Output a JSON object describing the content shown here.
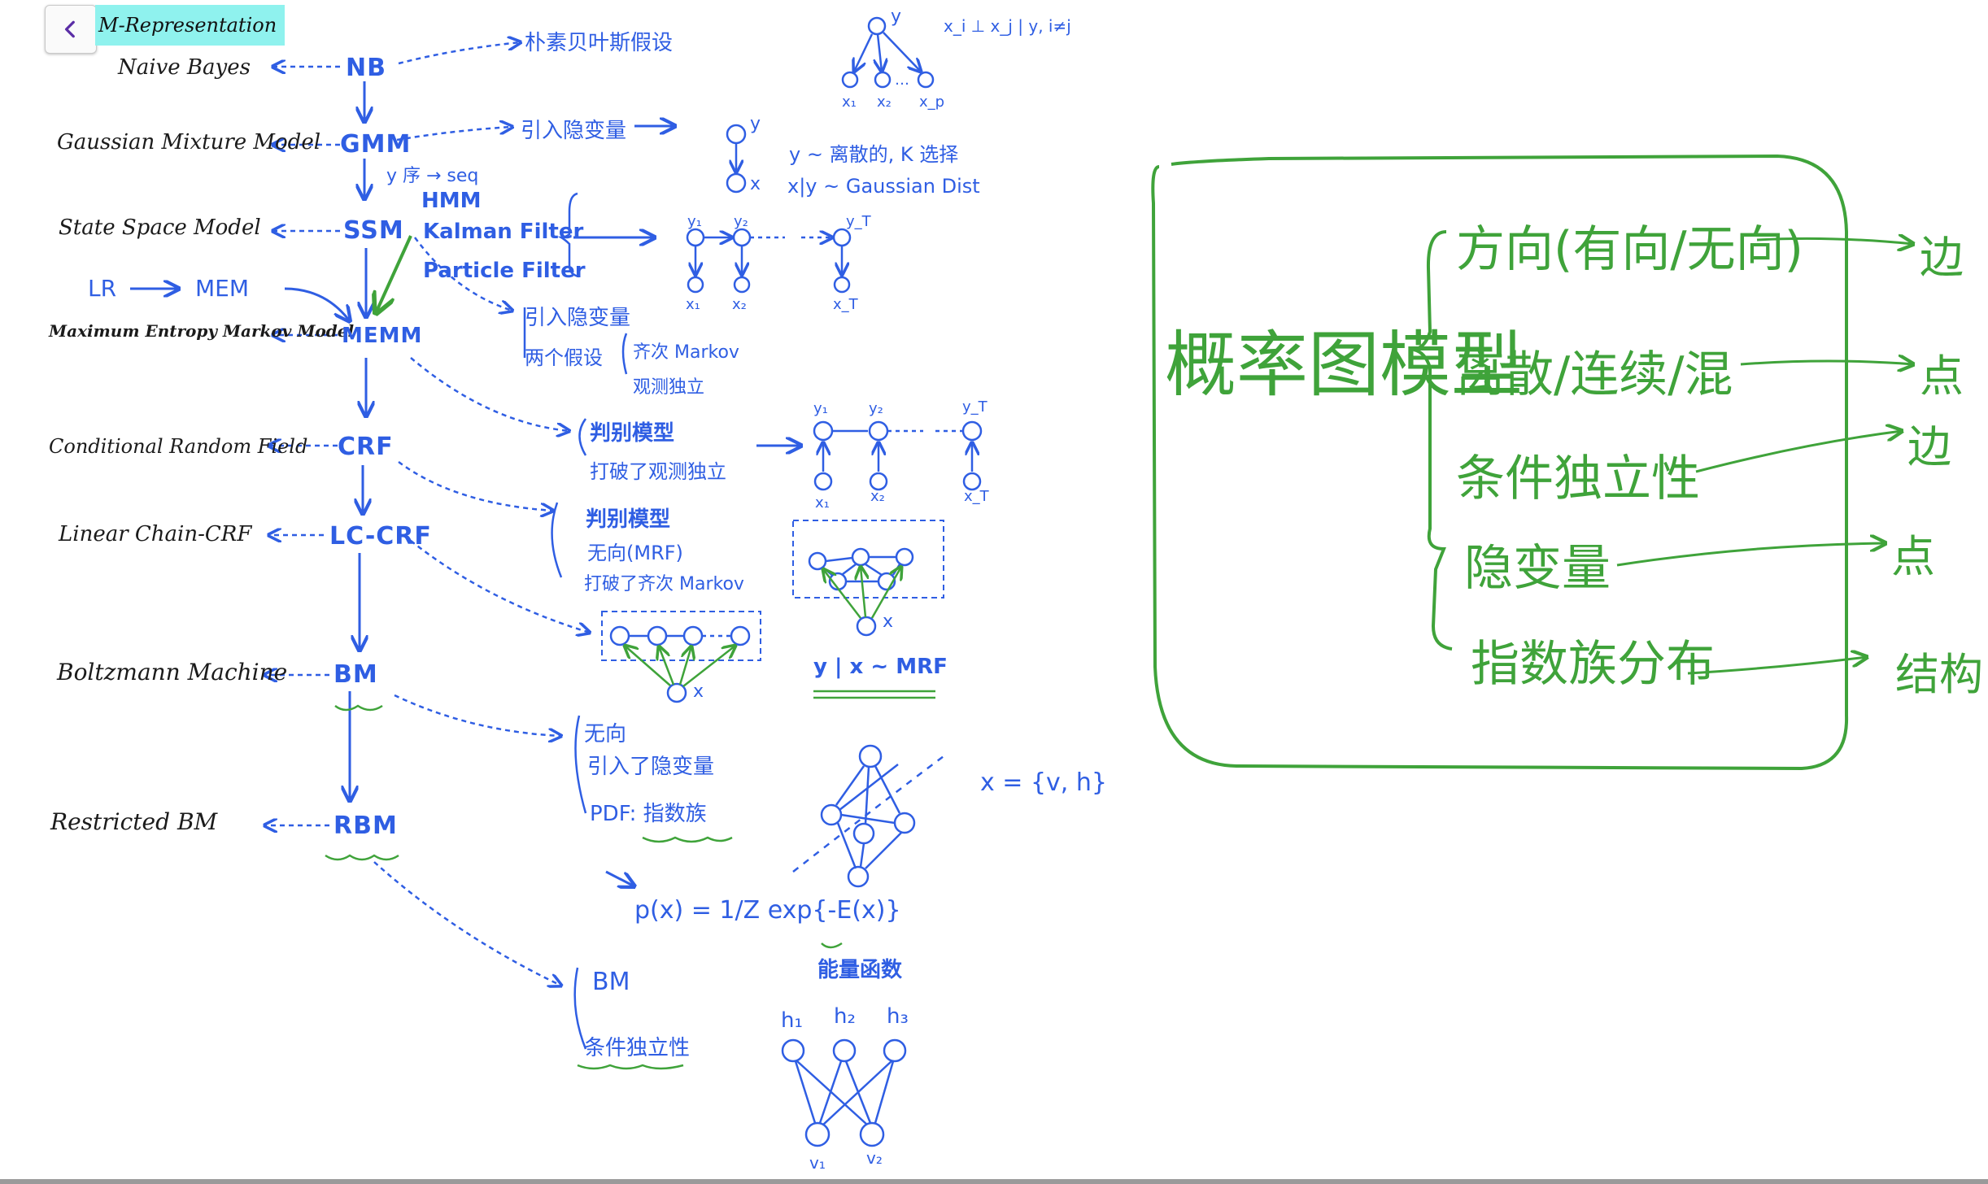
{
  "header": {
    "title": "M-Representation",
    "back_icon": "chevron-left-icon"
  },
  "left_labels": [
    "Naive Bayes",
    "Gaussian Mixture Model",
    "State Space Model",
    "Maximum Entropy Markov Model",
    "Conditional Random Field",
    "Linear Chain-CRF",
    "Boltzmann Machine",
    "Restricted BM"
  ],
  "lr_mem": {
    "lr": "LR",
    "mem": "MEM"
  },
  "nodes": [
    "NB",
    "GMM",
    "SSM",
    "MEMM",
    "CRF",
    "LC-CRF",
    "BM",
    "RBM"
  ],
  "notes": {
    "nb_assume": "朴素贝叶斯假设",
    "gmm_latent": "引入隐变量",
    "gmm_y": "y ~ 离散的, K 选择",
    "gmm_xy": "x|y ~ Gaussian Dist",
    "seq": "y 序 → seq",
    "ssm_hmm": "HMM",
    "ssm_kalman": "Kalman Filter",
    "ssm_particle": "Particle Filter",
    "memm_latent": "引入隐变量",
    "memm_two": "两个假设",
    "memm_markov": "齐次 Markov",
    "memm_obs": "观测独立",
    "crf_disc": "判别模型",
    "crf_break": "打破了观测独立",
    "lc_disc": "判别模型",
    "lc_undir": "无向(MRF)",
    "lc_break": "打破了齐次 Markov",
    "mrf_label": "y | x ~ MRF",
    "bm_undir": "无向",
    "bm_latent": "引入了隐变量",
    "bm_pdf": "PDF: 指数族",
    "px_formula": "p(x) = 1/Z exp{-E(x)}",
    "energy": "能量函数",
    "x_vh": "x = {v, h}",
    "rbm_bm": "BM",
    "rbm_cond": "条件独立性",
    "nb_cond": "x_i ⊥ x_j | y, i≠j"
  },
  "graph_labels": {
    "nb": [
      "y",
      "x₁",
      "x₂",
      "…",
      "x_p"
    ],
    "gmm": [
      "y",
      "x"
    ],
    "ssm": [
      "y₁",
      "y₂",
      "y_T",
      "x₁",
      "x₂",
      "x_T"
    ],
    "crf": [
      "y₁",
      "y₂",
      "y_T",
      "x₁",
      "x₂",
      "x_T"
    ],
    "lc": [
      "x"
    ],
    "mrf": [
      "x"
    ],
    "rbm": [
      "h₁",
      "h₂",
      "h₃",
      "v₁",
      "v₂"
    ]
  },
  "summary": {
    "title": "概率图模型",
    "items": [
      "方向(有向/无向)",
      "离散/连续/混",
      "条件独立性",
      "隐变量",
      "指数族分布"
    ],
    "targets": [
      "边",
      "点",
      "边",
      "点",
      "结构"
    ]
  },
  "colors": {
    "blue": "#2f5ee3",
    "green": "#3fa33a",
    "chip": "#8ff2ee",
    "ink": "#1b1b1b"
  }
}
